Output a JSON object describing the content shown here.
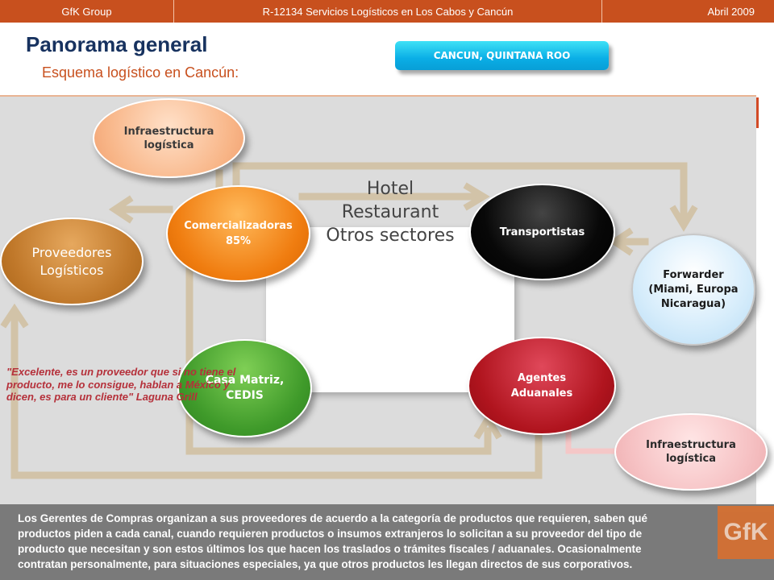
{
  "header": {
    "company": "GfK Group",
    "project": "R-12134 Servicios Logísticos en Los Cabos y Cancún",
    "date": "Abril 2009"
  },
  "title": "Panorama general",
  "subtitle": "Esquema logístico en Cancún:",
  "location_button": "CANCUN, QUINTANA ROO",
  "center": {
    "line1": "Hotel",
    "line2": "Restaurant",
    "line3": "Otros sectores"
  },
  "nodes": {
    "infra_top": {
      "line1": "Infraestructura",
      "line2": "logística"
    },
    "comercializadoras": {
      "line1": "Comercializadoras",
      "line2": "85%"
    },
    "proveedores": {
      "line1": "Proveedores",
      "line2": "Logísticos"
    },
    "transportistas": {
      "line1": "Transportistas"
    },
    "forwarder": {
      "line1": "Forwarder",
      "line2": "(Miami, Europa",
      "line3": "Nicaragua)"
    },
    "casa_matriz": {
      "line1": "Casa Matriz,",
      "line2": "CEDIS"
    },
    "agentes": {
      "line1": "Agentes",
      "line2": "Aduanales"
    },
    "infra_bottom": {
      "line1": "Infraestructura",
      "line2": "logística"
    }
  },
  "quote": {
    "line1": "\"Excelente, es un proveedor que si no tiene el",
    "line2": "producto, me lo consigue, hablan a México y",
    "line3": "dicen, es para un cliente\" Laguna Grill"
  },
  "summary": {
    "line1": "Los Gerentes de Compras organizan a sus proveedores de acuerdo a la categoría de productos que requieren,  saben qué",
    "line2": "productos piden a cada canal, cuando requieren productos o insumos  extranjeros lo solicitan a su proveedor del tipo de",
    "line3": "producto  que necesitan y son estos últimos los que hacen los traslados o trámites fiscales / aduanales. Ocasionalmente",
    "line4": "contratan personalmente, para situaciones especiales, ya que otros productos les llegan directos de sus corporativos."
  },
  "logo": "GfK",
  "colors": {
    "header_bg": "#c8501e",
    "title": "#17325f",
    "subtitle": "#c8501e",
    "button": "#0aaee6",
    "arrow": "#d2c3a8",
    "quote": "#b5303a",
    "summary_bg": "#7a7a7a"
  }
}
